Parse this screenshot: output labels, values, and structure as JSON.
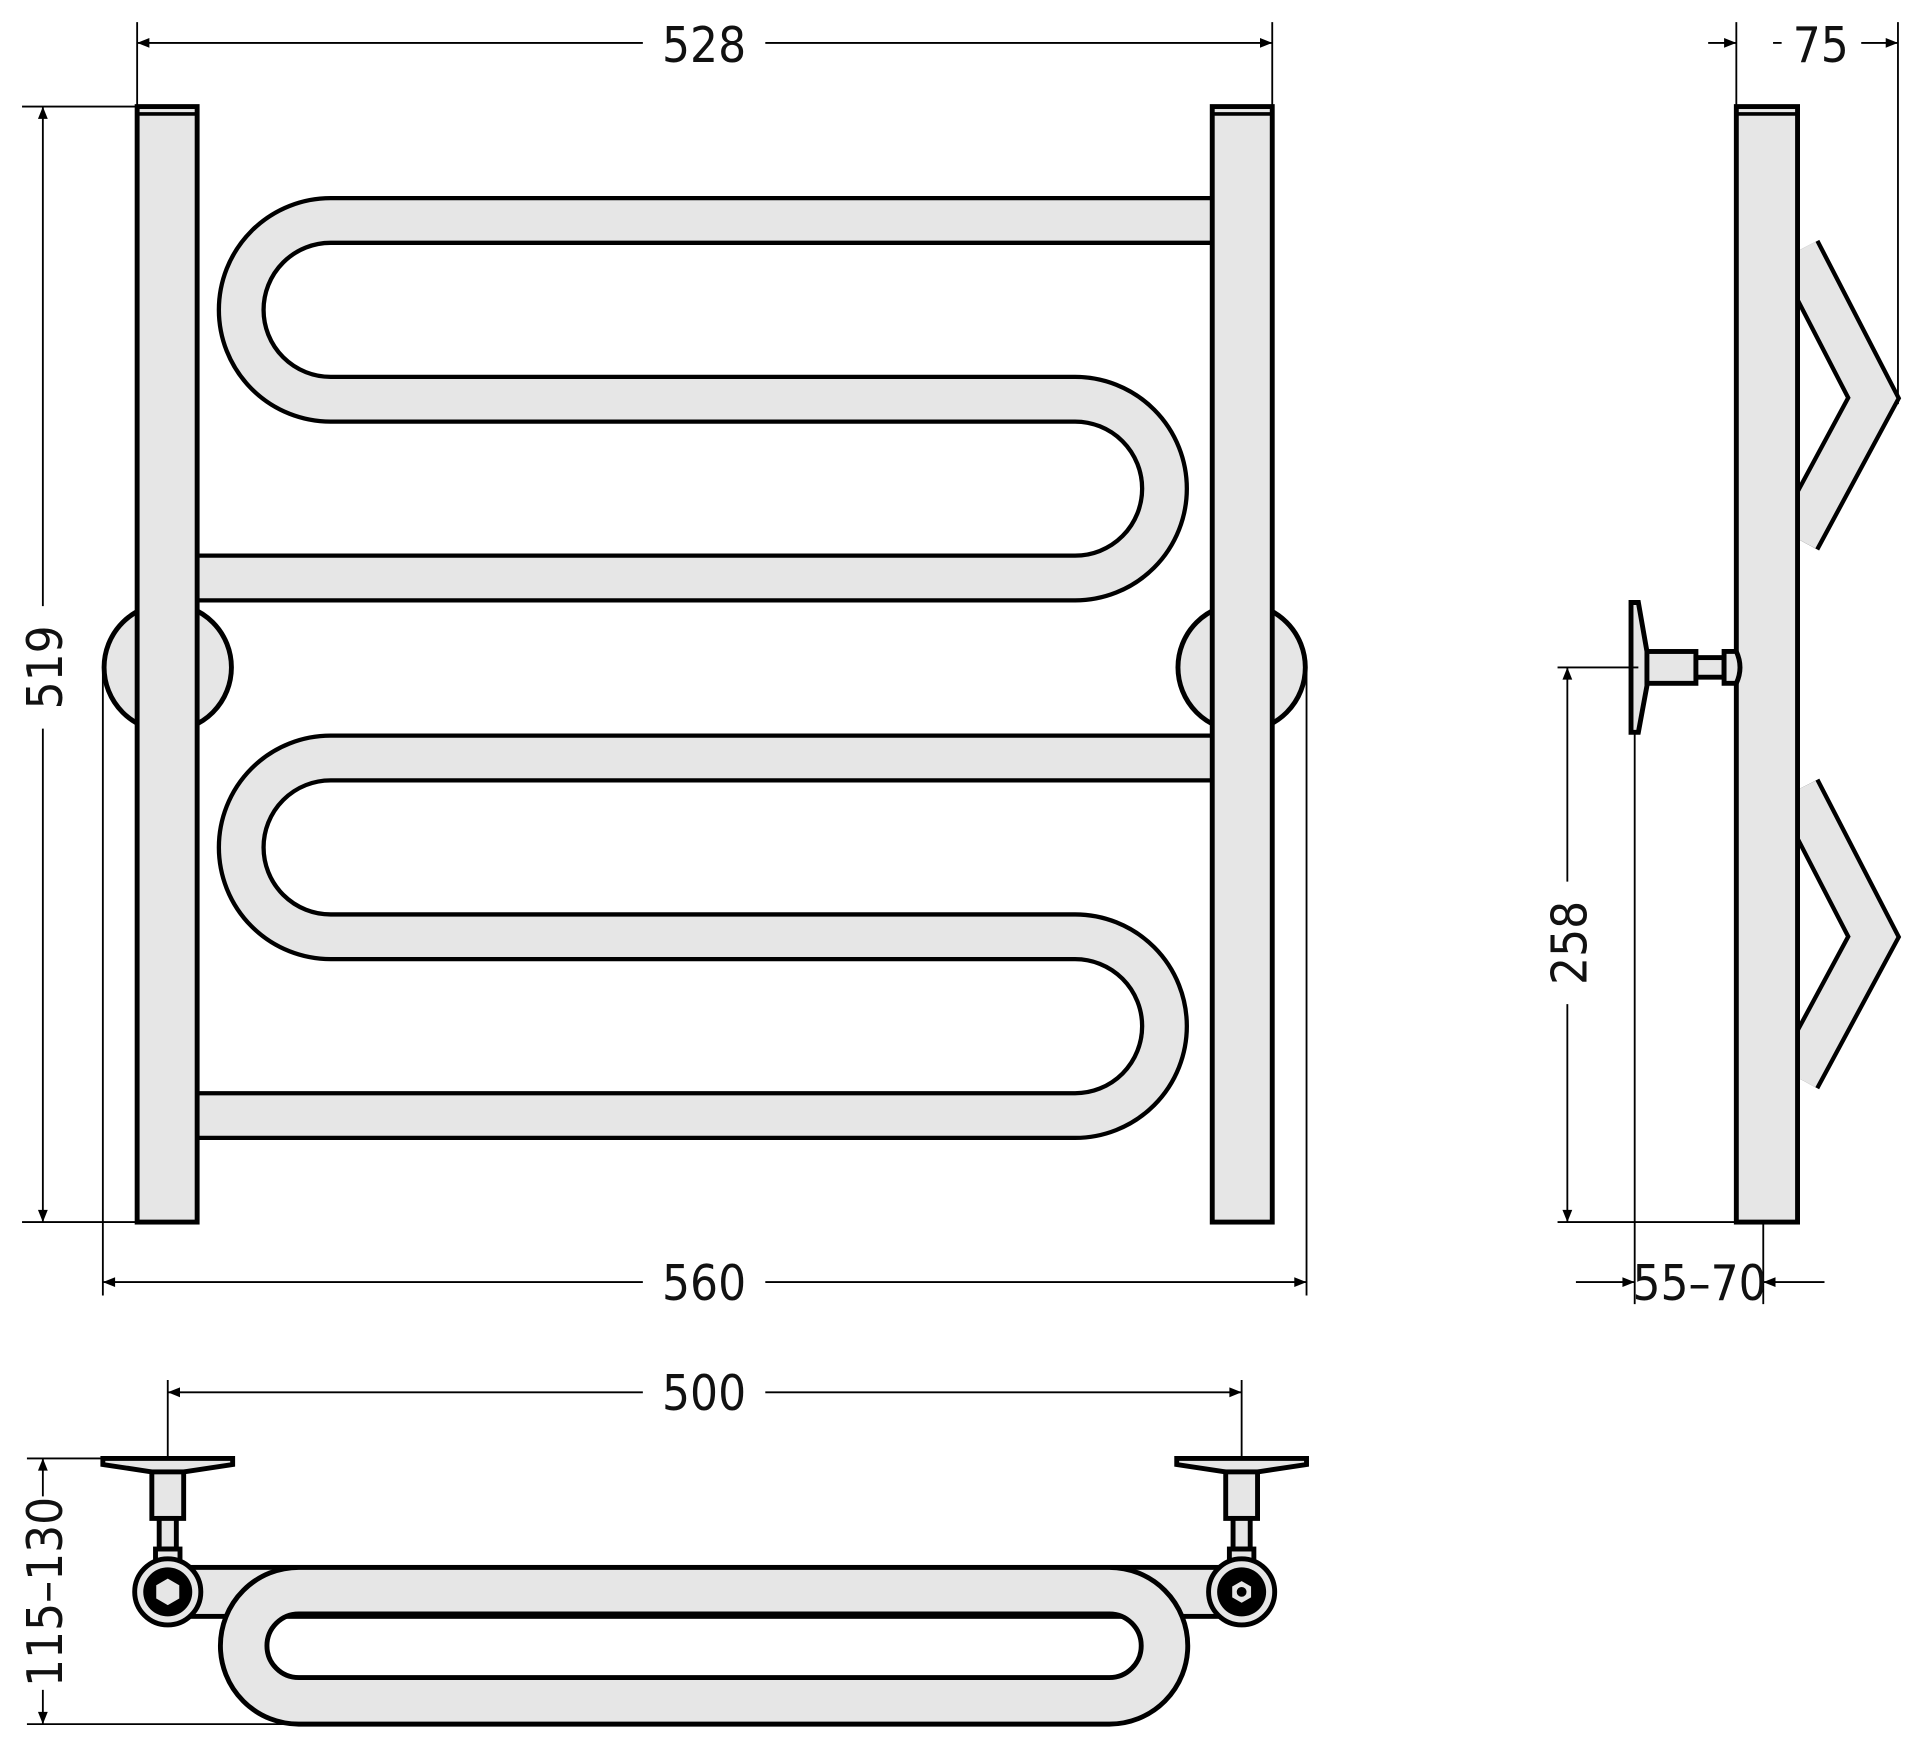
{
  "drawing": {
    "colors": {
      "fill": "#e6e6e6",
      "line": "#000000"
    },
    "dimensions": {
      "total_height": "519",
      "bar_spacing_outer": "528",
      "bracket_width": "560",
      "side_depth": "75",
      "connection_height": "258",
      "wall_distance": "55–70",
      "connection_spacing": "500",
      "bottom_depth": "115–130"
    }
  }
}
